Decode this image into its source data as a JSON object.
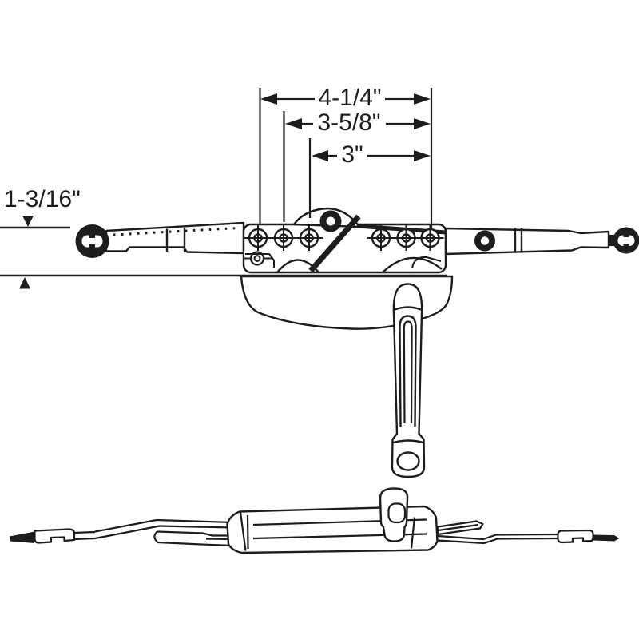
{
  "page": {
    "background": "#ffffff",
    "ink_color": "#1d1d1d"
  },
  "dimensions": {
    "total_width": "4-1/4\"",
    "mid_width": "3-5/8\"",
    "inner_width": "3\"",
    "left_height": "1-3/16\""
  }
}
